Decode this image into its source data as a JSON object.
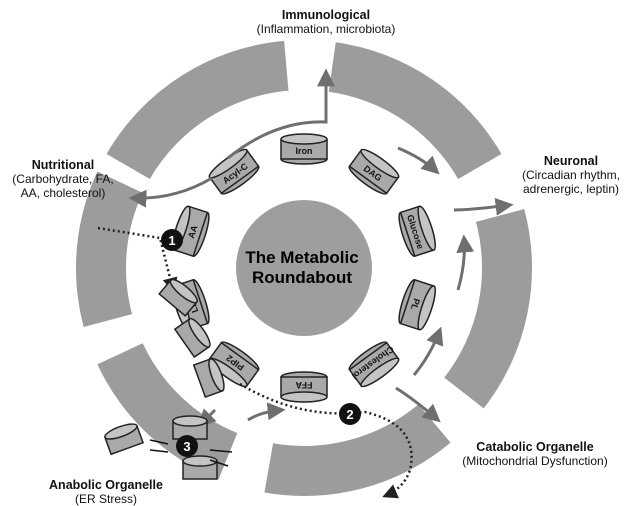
{
  "center": {
    "line1": "The Metabolic",
    "line2": "Roundabout"
  },
  "labels": {
    "immunological": {
      "title": "Immunological",
      "sub": "(Inflammation, microbiota)"
    },
    "neuronal": {
      "title": "Neuronal",
      "sub1": "(Circadian rhythm,",
      "sub2": "adrenergic, leptin)"
    },
    "nutritional": {
      "title": "Nutritional",
      "sub1": "(Carbohydrate, FA,",
      "sub2": "AA, cholesterol)"
    },
    "catabolic": {
      "title": "Catabolic Organelle",
      "sub": "(Mitochondrial Dysfunction)"
    },
    "anabolic": {
      "title": "Anabolic Organelle",
      "sub": "(ER Stress)"
    }
  },
  "metabolites": [
    "Iron",
    "DAG",
    "Glucose",
    "PL",
    "Cholesterol",
    "FFA",
    "PIP2",
    "LDL",
    "AA",
    "Acyl-C"
  ],
  "markers": [
    "1",
    "2",
    "3"
  ],
  "colors": {
    "band": "#9c9c9c",
    "arrow": "#6f6f6f",
    "cylinder": "#a9a9a9",
    "marker": "#111111"
  }
}
